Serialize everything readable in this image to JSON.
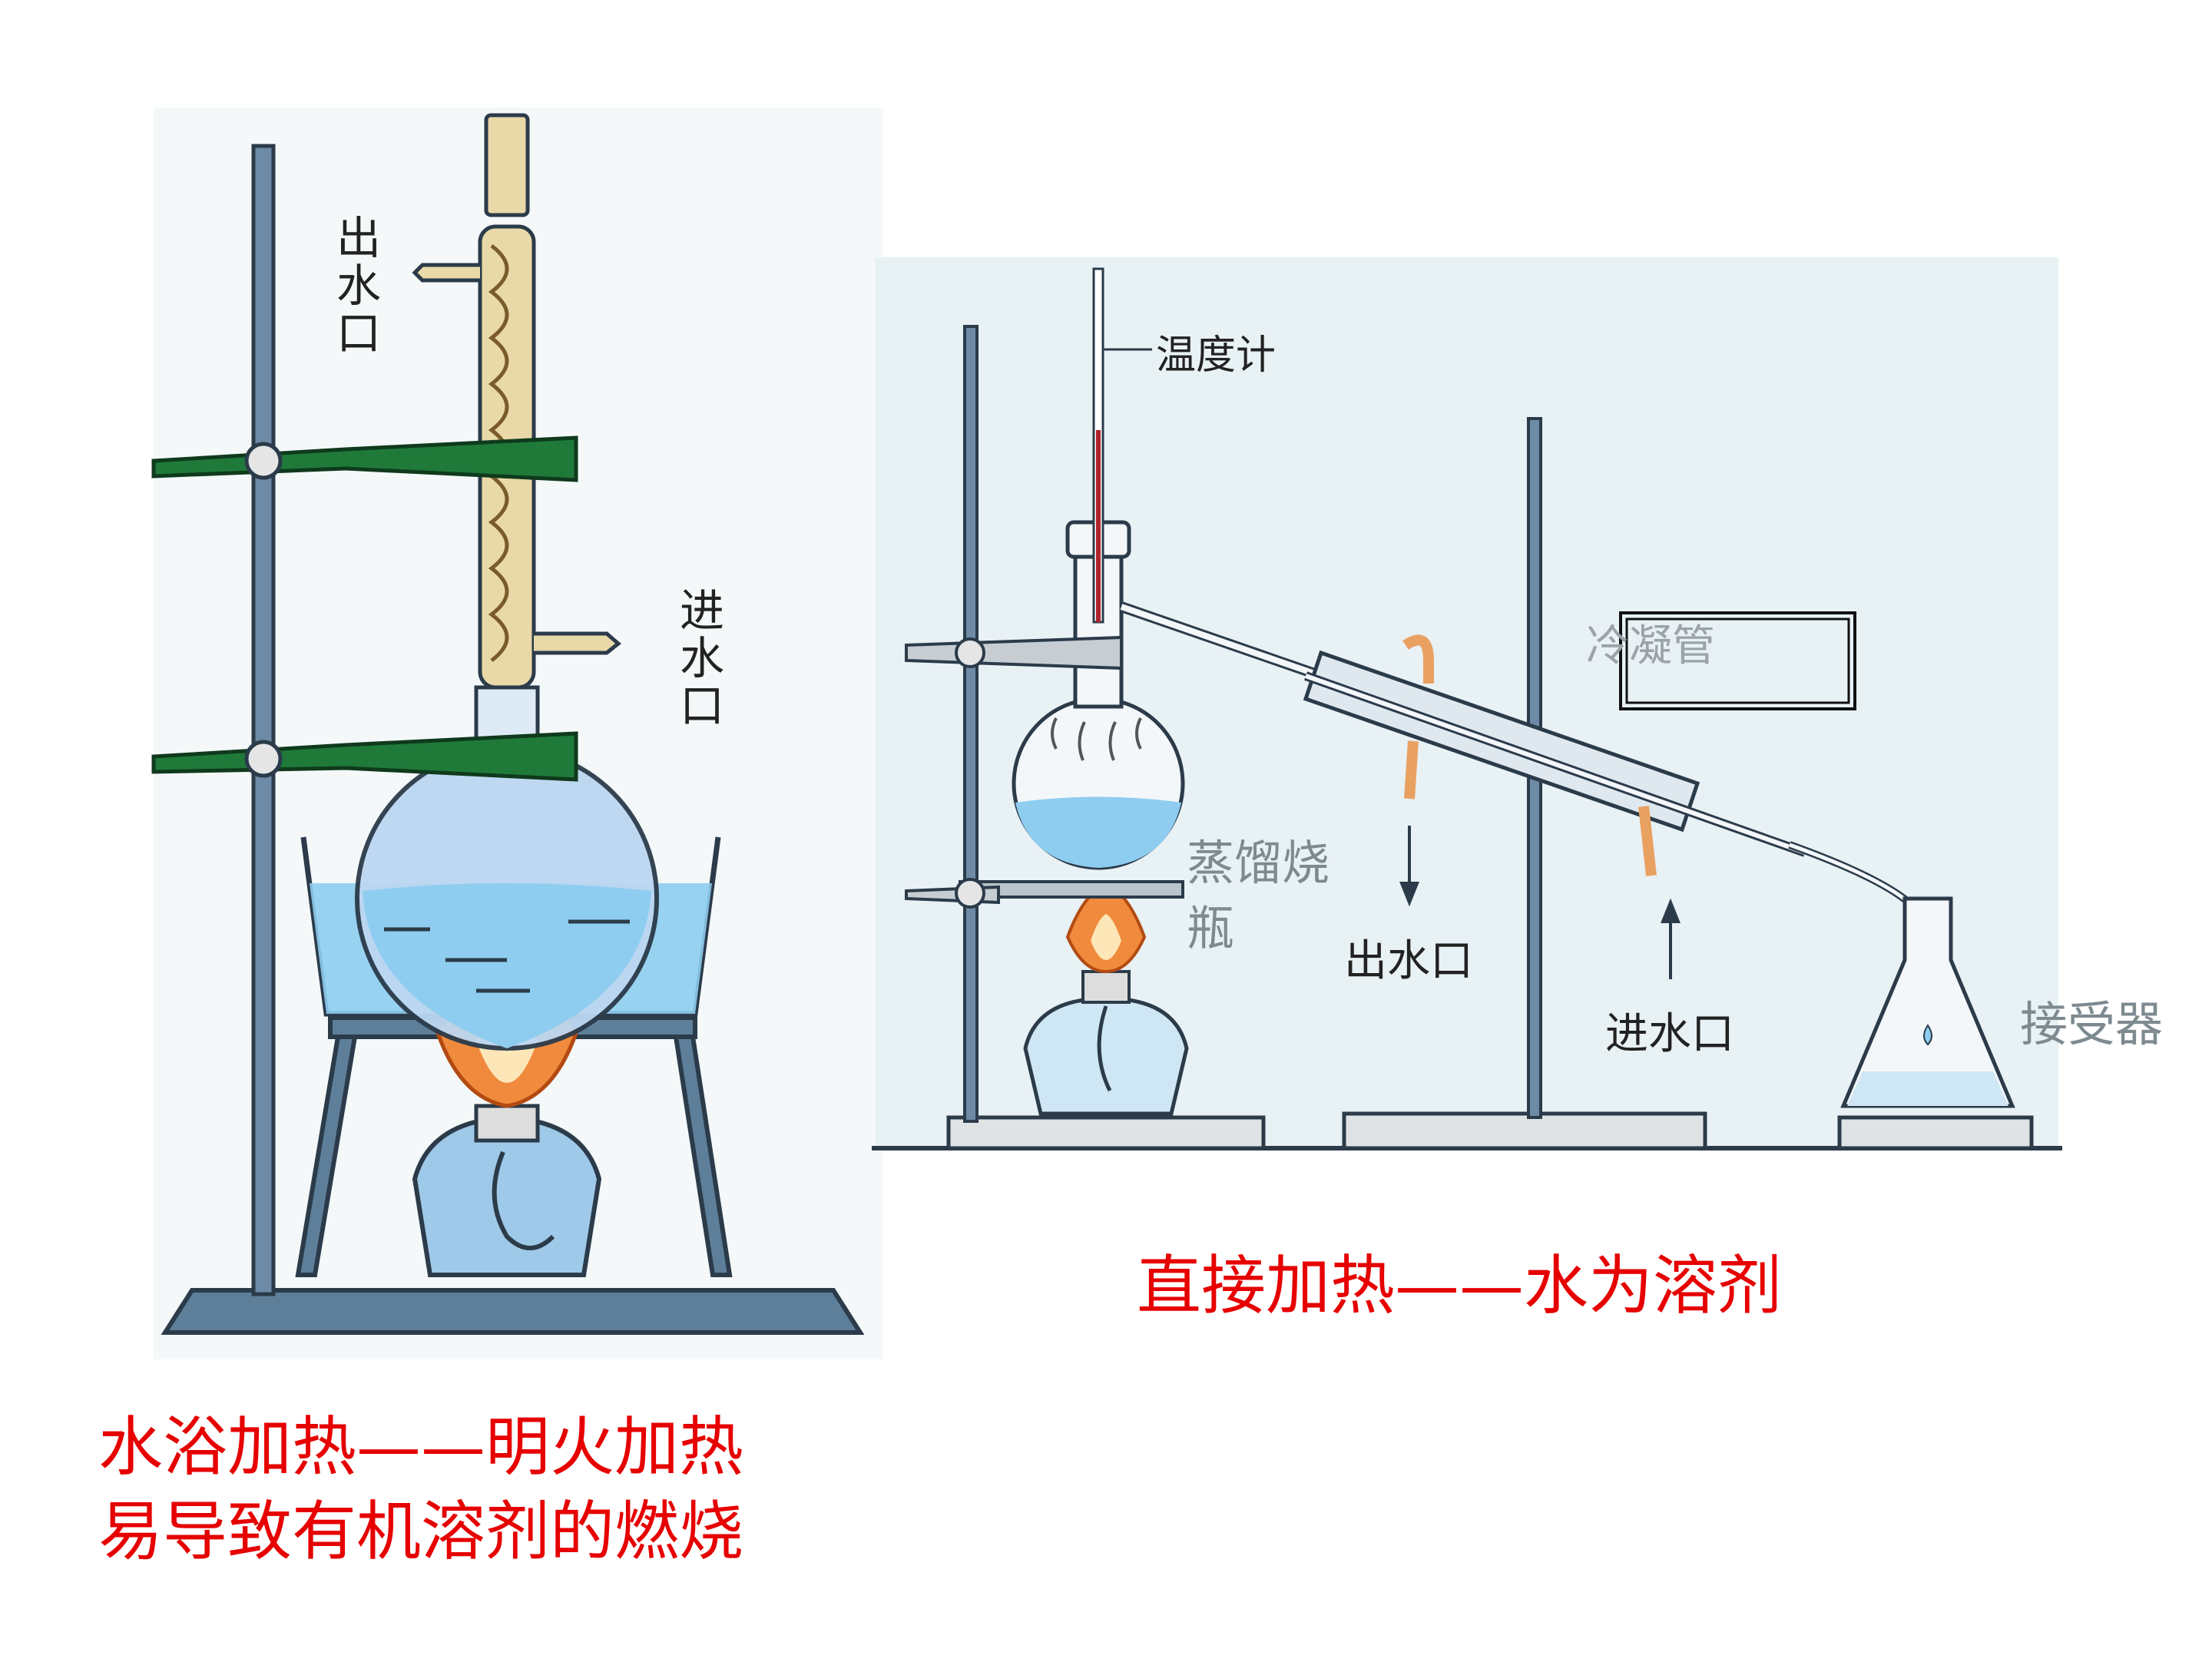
{
  "left_apparatus": {
    "outlet_label": "出水口",
    "inlet_label": "进水口"
  },
  "right_apparatus": {
    "thermometer_label": "温度计",
    "condenser_label": "冷凝管",
    "flask_label_line1": "蒸馏烧",
    "flask_label_line2": "瓶",
    "outlet_label": "出水口",
    "inlet_label": "进水口",
    "receiver_label": "接受器"
  },
  "captions": {
    "left_line1": "水浴加热——明火加热",
    "left_line2": "易导致有机溶剂的燃烧",
    "right": "直接加热——水为溶剂"
  },
  "colors": {
    "caption": "#e60000",
    "clamp_green": "#1f7a3a",
    "water_blue": "#8ecdf0",
    "flame_orange": "#f08a3c",
    "condenser_tan": "#e9d9a8",
    "diagram_bg": "#e8f1f4"
  }
}
